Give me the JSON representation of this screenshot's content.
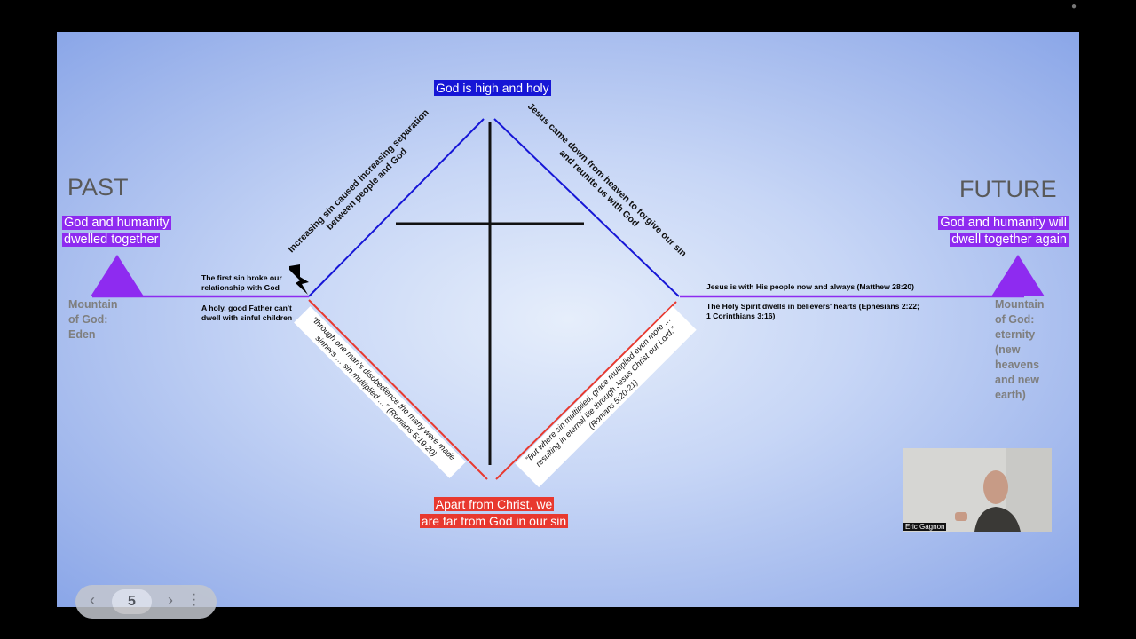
{
  "slide": {
    "past": "PAST",
    "future": "FUTURE",
    "past_label_line1": "God and humanity",
    "past_label_line2": "dwelled together",
    "future_label_line1": "God and  humanity will",
    "future_label_line2": "dwell together again",
    "eden_line1": "Mountain",
    "eden_line2": "of God:",
    "eden_line3": "Eden",
    "eternity_lines": [
      "Mountain",
      "of God:",
      "eternity",
      "(new",
      "heavens",
      "and new",
      "earth)"
    ],
    "top_badge": "God is high and holy",
    "bottom_badge_line1": "Apart from Christ, we",
    "bottom_badge_line2": "are far from God in our sin",
    "left_note1_line1": "The first sin broke our",
    "left_note1_line2": "relationship with God",
    "left_note2_line1": "A holy, good Father can't",
    "left_note2_line2": "dwell with sinful children",
    "right_note1": "Jesus is with His people now and always (Matthew 28:20)",
    "right_note2_line1": "The Holy Spirit dwells in believers' hearts (Ephesians 2:22;",
    "right_note2_line2": "1 Corinthians 3:16)",
    "diag_left_line1": "Increasing sin caused increasing separation",
    "diag_left_line2": "between people and God",
    "diag_right_line1": "Jesus came down from heaven to forgive our sin",
    "diag_right_line2": "and reunite us with God",
    "quote_left_line1": "“through one man's disobedience the many were made",
    "quote_left_line2": "sinners … sin multiplied …” (Romans 5:19-20)",
    "quote_right_line1": "“But where sin multiplied, grace multiplied even more …",
    "quote_right_line2": "resulting in eternal life through Jesus Christ our Lord.”",
    "quote_right_line3": "(Romans 5:20-21)",
    "colors": {
      "purple": "#8e2bf0",
      "blue": "#1616d6",
      "red": "#e8392f"
    }
  },
  "nav": {
    "page": "5",
    "prev_icon": "chevron-left-icon",
    "next_icon": "chevron-right-icon",
    "more_icon": "more-vertical-icon"
  },
  "video": {
    "name": "Eric Gagnon"
  }
}
